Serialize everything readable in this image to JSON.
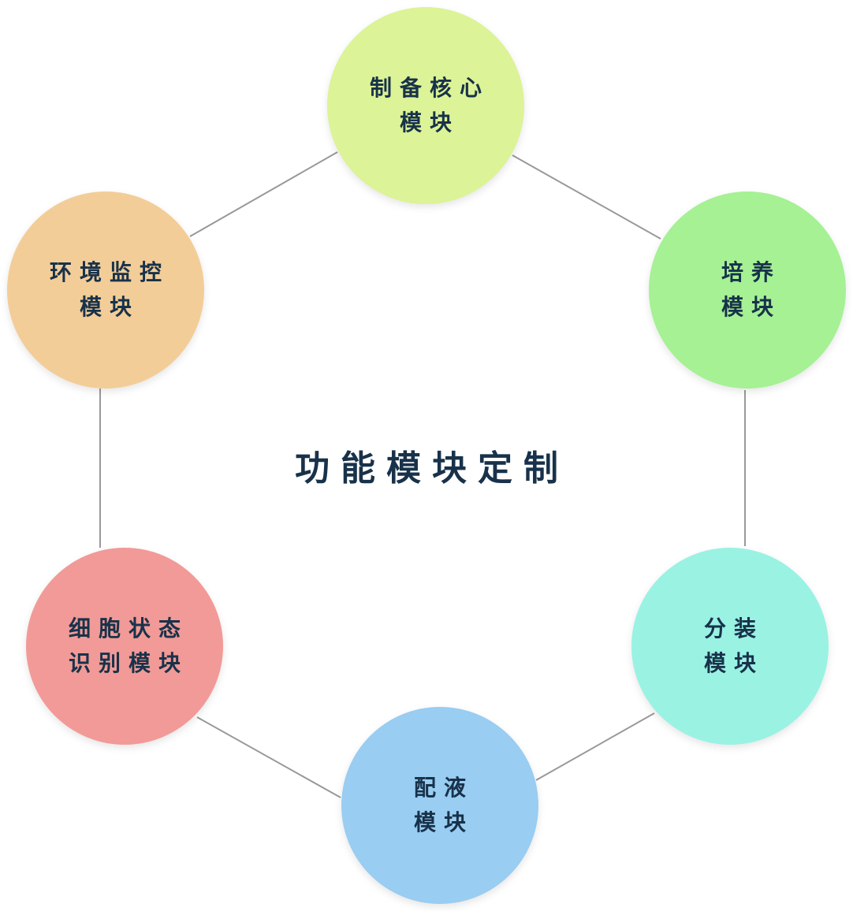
{
  "center": {
    "title": "功能模块定制"
  },
  "nodes": [
    {
      "id": "prep",
      "lines": [
        "制备核心",
        "模块"
      ],
      "color": "#dcf397"
    },
    {
      "id": "culture",
      "lines": [
        "培养",
        "模块"
      ],
      "color": "#a5f194"
    },
    {
      "id": "dispense",
      "lines": [
        "分装",
        "模块"
      ],
      "color": "#9af2e3"
    },
    {
      "id": "liquid",
      "lines": [
        "配液",
        "模块"
      ],
      "color": "#99cdf2"
    },
    {
      "id": "cell",
      "lines": [
        "细胞状态",
        "识别模块"
      ],
      "color": "#f29a97"
    },
    {
      "id": "env",
      "lines": [
        "环境监控",
        "模块"
      ],
      "color": "#f3cd98"
    }
  ],
  "colors": {
    "text": "#18324a",
    "connector": "#999999"
  }
}
